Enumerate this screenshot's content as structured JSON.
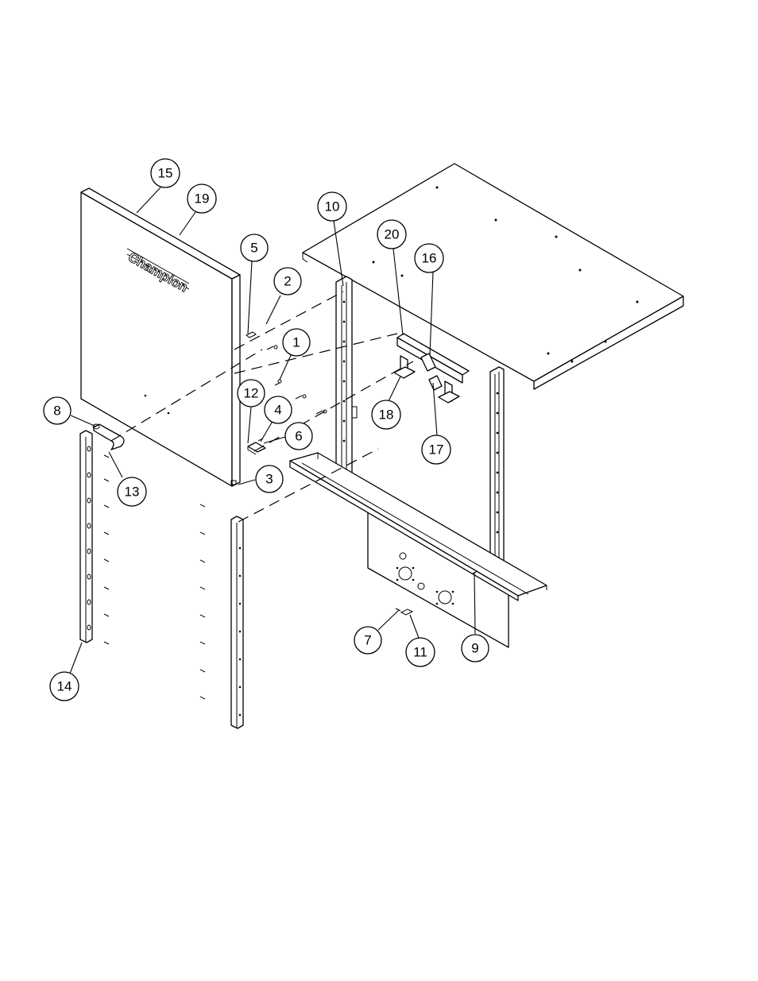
{
  "diagram": {
    "door_logo_text": "Champion",
    "callouts": [
      {
        "id": "callout-15",
        "label": "15"
      },
      {
        "id": "callout-19",
        "label": "19"
      },
      {
        "id": "callout-5",
        "label": "5"
      },
      {
        "id": "callout-2",
        "label": "2"
      },
      {
        "id": "callout-1",
        "label": "1"
      },
      {
        "id": "callout-12",
        "label": "12"
      },
      {
        "id": "callout-4",
        "label": "4"
      },
      {
        "id": "callout-6",
        "label": "6"
      },
      {
        "id": "callout-3",
        "label": "3"
      },
      {
        "id": "callout-8",
        "label": "8"
      },
      {
        "id": "callout-13",
        "label": "13"
      },
      {
        "id": "callout-14",
        "label": "14"
      },
      {
        "id": "callout-10",
        "label": "10"
      },
      {
        "id": "callout-20",
        "label": "20"
      },
      {
        "id": "callout-16",
        "label": "16"
      },
      {
        "id": "callout-18",
        "label": "18"
      },
      {
        "id": "callout-17",
        "label": "17"
      },
      {
        "id": "callout-7",
        "label": "7"
      },
      {
        "id": "callout-11",
        "label": "11"
      },
      {
        "id": "callout-9",
        "label": "9"
      }
    ]
  }
}
